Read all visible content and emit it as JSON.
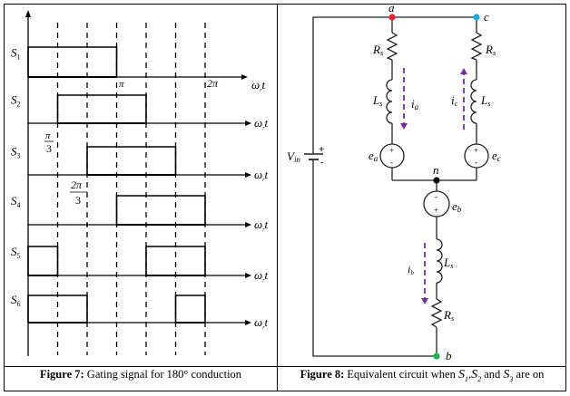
{
  "figure7": {
    "caption_bold": "Figure 7:",
    "caption_text": " Gating signal for 180° conduction",
    "axis_label": "ω",
    "axis_label_sub": "r",
    "axis_label_t": "t",
    "tick_labels": {
      "pi": "π",
      "two_pi": "2π",
      "pi_over_3_num": "π",
      "pi_over_3_den": "3",
      "two_pi_over_3_num": "2π",
      "two_pi_over_3_den": "3"
    },
    "signals": [
      {
        "name": "S",
        "sub": "1",
        "on_intervals_deg": [
          [
            0,
            180
          ]
        ]
      },
      {
        "name": "S",
        "sub": "2",
        "on_intervals_deg": [
          [
            60,
            240
          ]
        ]
      },
      {
        "name": "S",
        "sub": "3",
        "on_intervals_deg": [
          [
            120,
            300
          ]
        ]
      },
      {
        "name": "S",
        "sub": "4",
        "on_intervals_deg": [
          [
            180,
            360
          ]
        ]
      },
      {
        "name": "S",
        "sub": "5",
        "on_intervals_deg": [
          [
            0,
            60
          ],
          [
            240,
            360
          ]
        ]
      },
      {
        "name": "S",
        "sub": "6",
        "on_intervals_deg": [
          [
            0,
            120
          ],
          [
            300,
            360
          ]
        ]
      }
    ],
    "dashed_gridlines_deg": [
      60,
      120,
      180,
      240,
      300,
      360
    ]
  },
  "figure8": {
    "caption_bold": "Figure 8:",
    "caption_text": " Equivalent circuit when ",
    "caption_s": "S",
    "caption_subs": [
      "1",
      "2",
      "3"
    ],
    "caption_and": " and ",
    "caption_end": " are on",
    "nodes": {
      "a": {
        "label": "a",
        "color": "#e8232a"
      },
      "c": {
        "label": "c",
        "color": "#21a9e1"
      },
      "n": {
        "label": "n",
        "color": "#000000"
      },
      "b": {
        "label": "b",
        "color": "#1db34f"
      }
    },
    "source": {
      "label": "V",
      "sub": "in",
      "plus": "+",
      "minus": "-"
    },
    "resistor_label": {
      "main": "R",
      "sub": "s"
    },
    "inductor_label": {
      "main": "L",
      "sub": "s"
    },
    "emf": {
      "a": {
        "main": "e",
        "sub": "a"
      },
      "b": {
        "main": "e",
        "sub": "b"
      },
      "c": {
        "main": "e",
        "sub": "c"
      },
      "plus": "+",
      "minus": "-"
    },
    "currents": {
      "a": {
        "main": "i",
        "sub": "a",
        "direction": "down"
      },
      "b": {
        "main": "i",
        "sub": "b",
        "direction": "down"
      },
      "c": {
        "main": "i",
        "sub": "c",
        "direction": "up"
      }
    },
    "current_arrow_color": "#7030a0"
  }
}
